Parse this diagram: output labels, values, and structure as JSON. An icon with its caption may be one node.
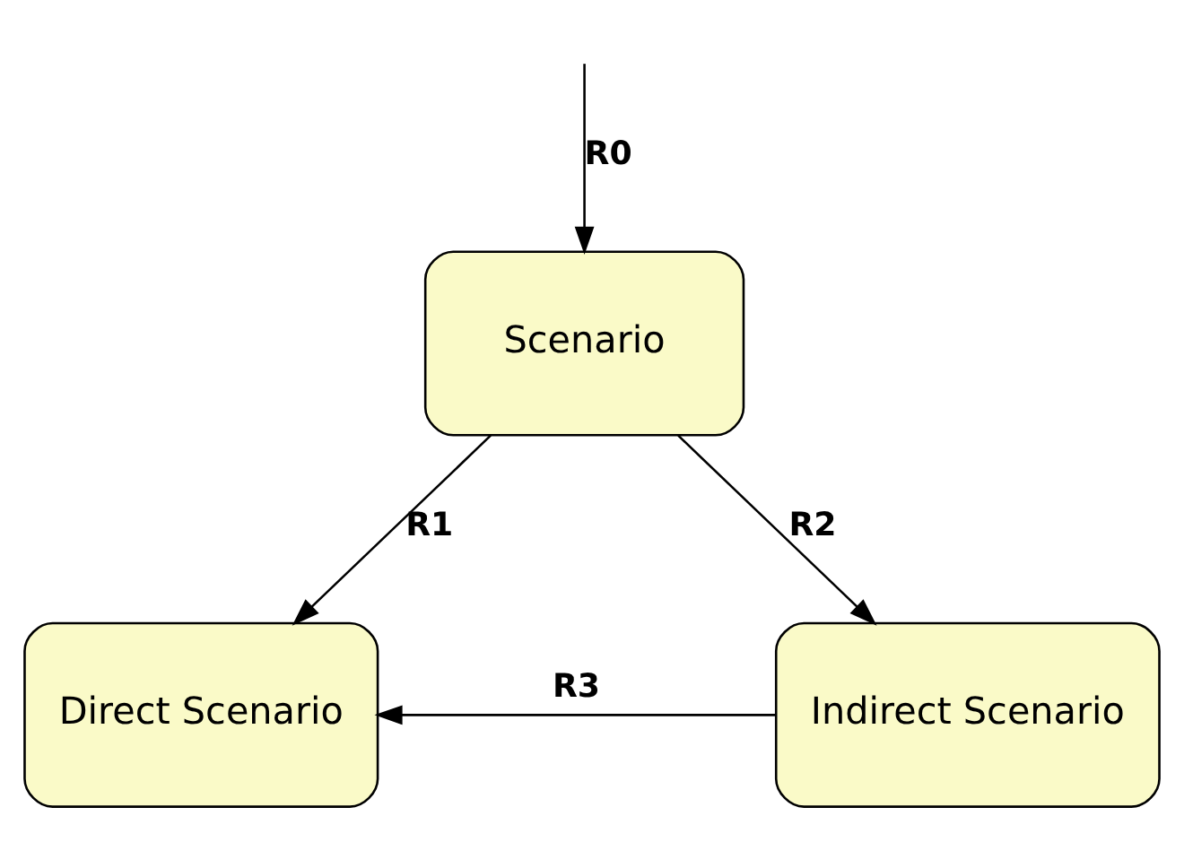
{
  "diagram": {
    "nodes": [
      {
        "text": [
          "Scenario"
        ]
      },
      {
        "text": [
          "Direct Scenario"
        ]
      },
      {
        "text": [
          "Indirect Scenario"
        ]
      }
    ],
    "edges": [
      {
        "from": null,
        "to": 0,
        "arrow": "to",
        "label": "R0"
      },
      {
        "from": 0,
        "to": 1,
        "arrow": "to",
        "label": "R1"
      },
      {
        "from": 0,
        "to": 2,
        "arrow": "to",
        "label": "R2"
      },
      {
        "from": 2,
        "to": 1,
        "arrow": "to",
        "label": "R3"
      }
    ]
  }
}
